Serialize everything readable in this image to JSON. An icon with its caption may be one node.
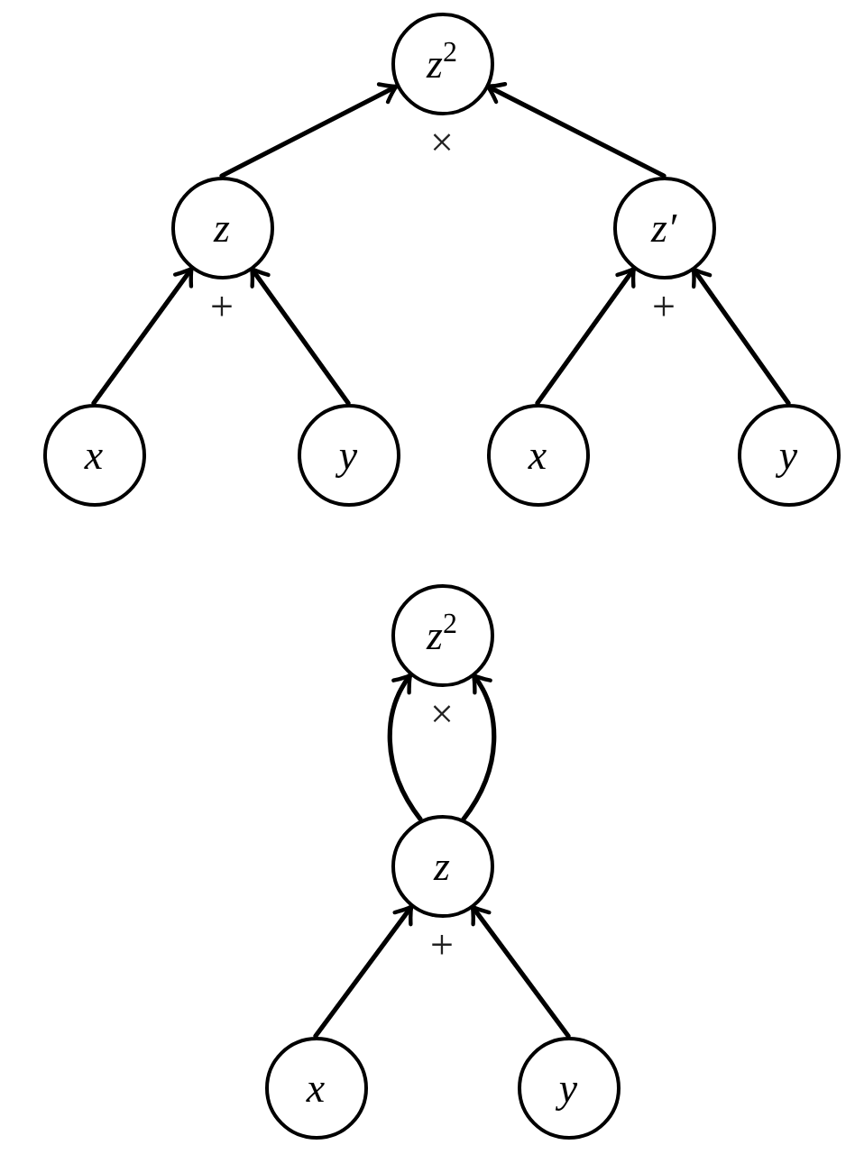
{
  "diagram": {
    "nodes": [
      {
        "text": [
          "z$^{2}$"
        ],
        "beside": [
          "×"
        ]
      },
      {
        "text": [
          "z"
        ],
        "beside": [
          "+"
        ]
      },
      {
        "text": [
          "z′"
        ],
        "beside": [
          "+"
        ]
      },
      {
        "text": [
          "x"
        ]
      },
      {
        "text": [
          "y"
        ]
      },
      {
        "text": [
          "x"
        ]
      },
      {
        "text": [
          "y"
        ]
      },
      {
        "text": [
          "z$^{2}$"
        ],
        "beside": [
          "×"
        ]
      },
      {
        "text": [
          "z"
        ],
        "beside": [
          "+"
        ]
      },
      {
        "text": [
          "x"
        ]
      },
      {
        "text": [
          "y"
        ]
      }
    ],
    "edges": [
      {
        "from": 1,
        "to": 0,
        "arrow": "to"
      },
      {
        "from": 2,
        "to": 0,
        "arrow": "to"
      },
      {
        "from": 3,
        "to": 1,
        "arrow": "to"
      },
      {
        "from": 4,
        "to": 1,
        "arrow": "to"
      },
      {
        "from": 5,
        "to": 2,
        "arrow": "to"
      },
      {
        "from": 6,
        "to": 2,
        "arrow": "to"
      },
      {
        "from": 8,
        "to": 7,
        "arrow": "to"
      },
      {
        "from": 8,
        "to": 7,
        "arrow": "to"
      },
      {
        "from": 9,
        "to": 8,
        "arrow": "to"
      },
      {
        "from": 10,
        "to": 8,
        "arrow": "to"
      }
    ]
  }
}
